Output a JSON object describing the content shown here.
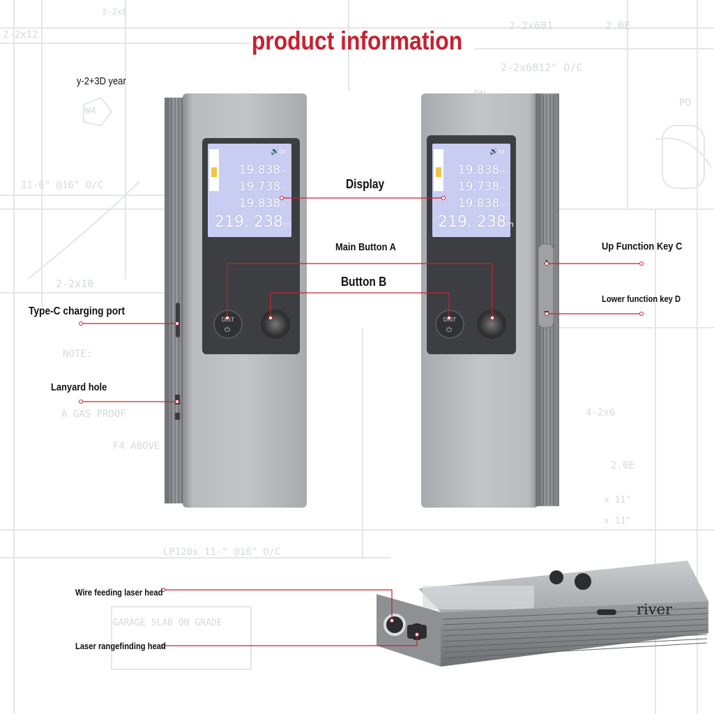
{
  "title": "product information",
  "background_text": {
    "items": [
      "2-2x12",
      "2-2x681",
      "2.0E",
      "2-2x6812\" O/C",
      "W4",
      "11-6\" @16\" O/C",
      "2-2x10",
      "NOTE:",
      "A GAS PROOF",
      "F4 ABOVE",
      "LP120x 11-\" @16\" O/C",
      "GARAGE SLAB ON GRADE",
      "3-2x6",
      "DN",
      "PO",
      "4-2x6",
      "2.0E",
      "x 11\"",
      "x 11\""
    ]
  },
  "labels": {
    "year": "y-2+3D year",
    "display": "Display",
    "main_button_a": "Main Button A",
    "button_b": "Button B",
    "type_c": "Type-C charging port",
    "lanyard": "Lanyard hole",
    "up_key": "Up Function Key C",
    "lower_key": "Lower function key D",
    "wire_laser": "Wire feeding laser head",
    "laser_range": "Laser rangefinding head"
  },
  "screen": {
    "row1": "19.838",
    "row2": "19.738",
    "row3": "19.838",
    "main": "219. 238",
    "row_unit": "m",
    "main_unit": "m"
  },
  "button_text": "DIST",
  "brand": "river",
  "colors": {
    "accent": "#c8202f",
    "body": "#a9abae",
    "screen": "#c9cdf2"
  }
}
